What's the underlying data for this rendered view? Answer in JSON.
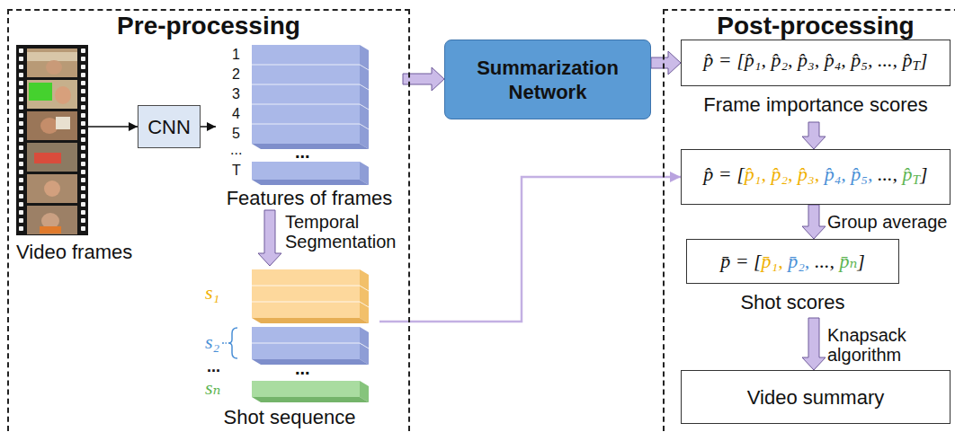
{
  "diagram": {
    "nodes": [
      {
        "text": [
          "Pre-processing"
        ]
      },
      {
        "text": [
          "Video frames"
        ],
        "in": 0
      },
      {
        "text": [
          "CNN"
        ],
        "in": 0
      },
      {
        "text": [
          "Features of frames"
        ],
        "in": 0
      },
      {
        "text": [
          "Shot sequence"
        ],
        "in": 0
      },
      {
        "text": [
          "Summarization Network"
        ]
      },
      {
        "text": [
          "Post-processing"
        ]
      },
      {
        "text": [
          "p̂ = [p̂₁, p̂₂, p̂₃, p̂₄, p̂₅, ..., p̂",
          "T",
          "]",
          "Frame importance scores"
        ],
        "in": 6
      },
      {
        "text": [
          "p̂ = [",
          "p̂₁, p̂₂, p̂₃,",
          "p̂₄, p̂₅,",
          "...,",
          "p̂",
          "T",
          "]"
        ],
        "in": 6
      },
      {
        "text": [
          "p̄ = [",
          "p̄₁,",
          "p̄₂,",
          "...,",
          "p̄ₙ",
          "]",
          "Shot scores"
        ],
        "in": 6
      },
      {
        "text": [
          "Video summary"
        ],
        "in": 6
      }
    ],
    "edges": [
      {
        "from": 1,
        "to": 2,
        "arrow": "to"
      },
      {
        "from": 2,
        "to": 3,
        "arrow": "to"
      },
      {
        "from": 3,
        "to": 5,
        "arrow": "to"
      },
      {
        "from": 5,
        "to": 7,
        "arrow": "to"
      },
      {
        "from": 3,
        "to": 4,
        "label": "Temporal Segmentation",
        "arrow": "to"
      },
      {
        "from": 4,
        "to": 8,
        "arrow": "to"
      },
      {
        "from": 7,
        "to": 8,
        "arrow": "to"
      },
      {
        "from": 8,
        "to": 9,
        "label": "Group average",
        "arrow": "to"
      },
      {
        "from": 9,
        "to": 10,
        "label": "Knapsack algorithm",
        "arrow": "to"
      }
    ],
    "labels": [
      "1",
      "2",
      "3",
      "4",
      "5",
      "...",
      "T",
      "...",
      "s₁",
      "s₂",
      "...",
      "sₙ",
      "..."
    ]
  }
}
